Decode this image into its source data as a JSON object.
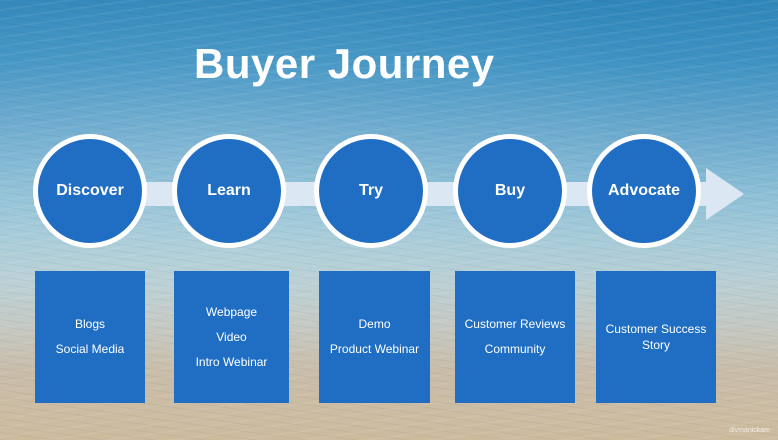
{
  "title": "Buyer Journey",
  "colors": {
    "accent": "#1f6ec4",
    "ring": "#ffffff",
    "arrow": "#dbe8f4"
  },
  "stages": [
    {
      "label": "Discover",
      "items": [
        "Blogs",
        "Social Media"
      ]
    },
    {
      "label": "Learn",
      "items": [
        "Webpage",
        "Video",
        "Intro Webinar"
      ]
    },
    {
      "label": "Try",
      "items": [
        "Demo",
        "Product Webinar"
      ]
    },
    {
      "label": "Buy",
      "items": [
        "Customer Reviews",
        "Community"
      ]
    },
    {
      "label": "Advocate",
      "items": [
        "Customer Success\nStory"
      ]
    }
  ],
  "credit": "divmanickam"
}
